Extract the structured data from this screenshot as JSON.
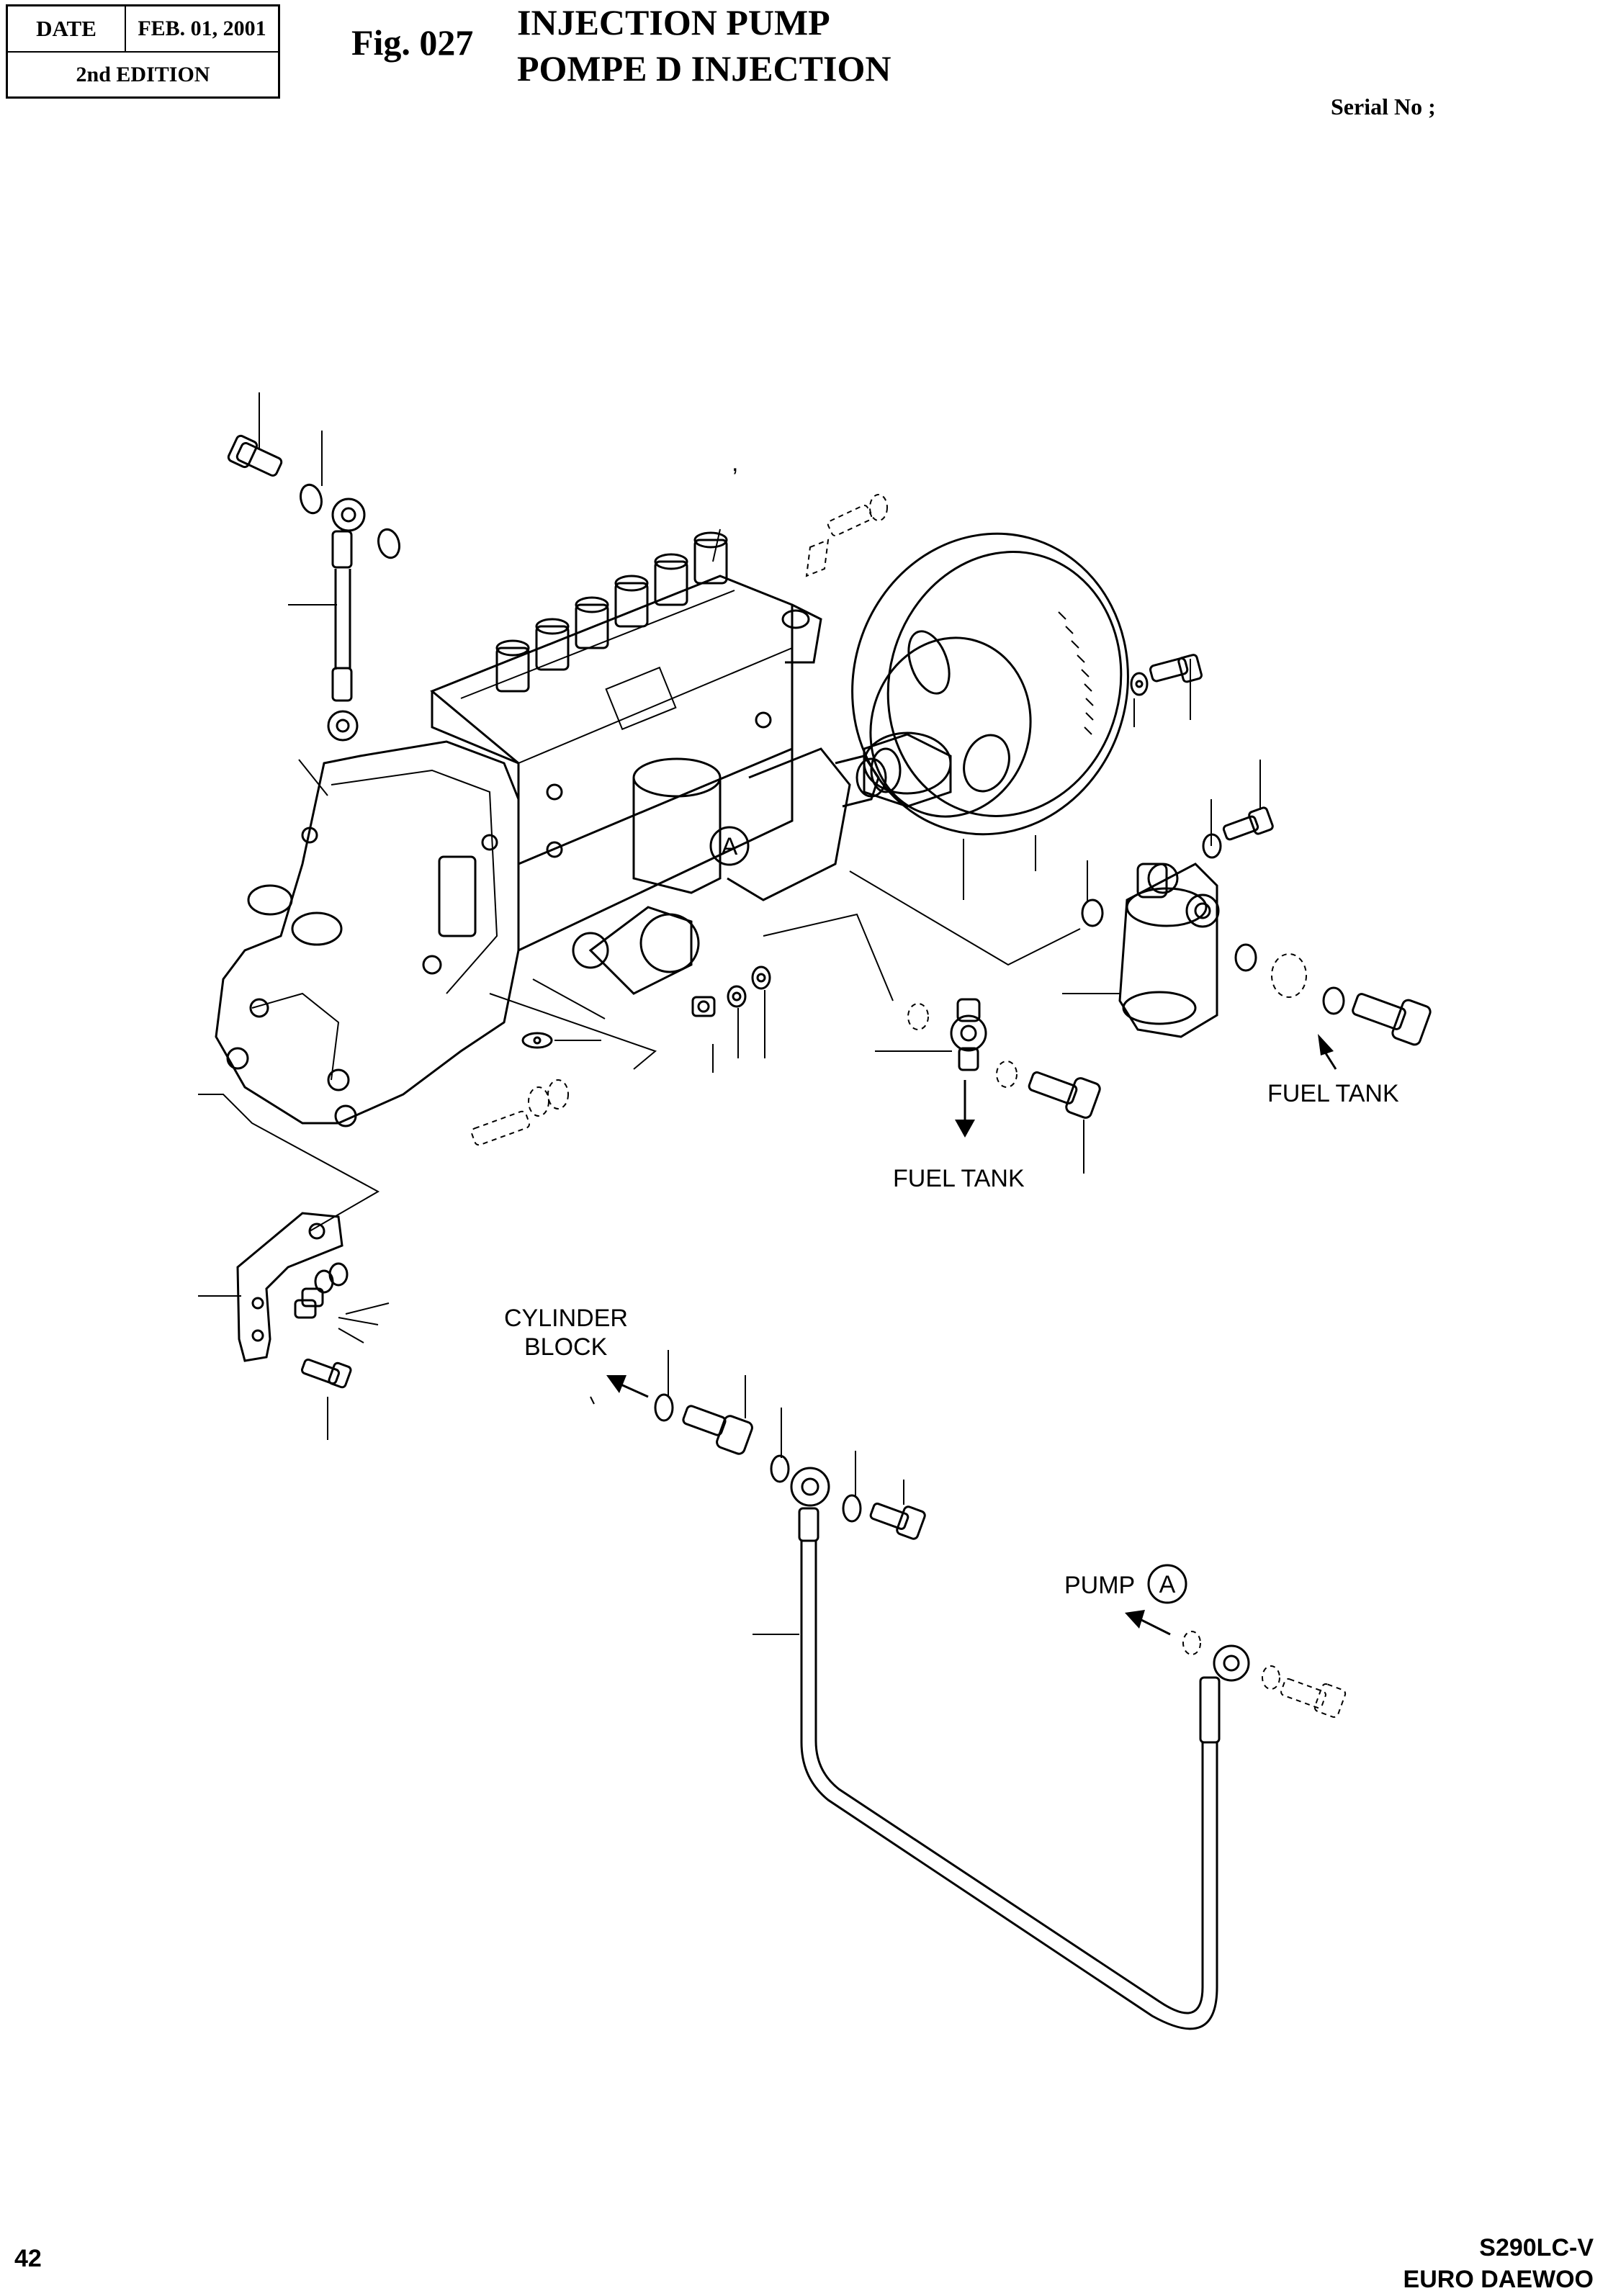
{
  "header": {
    "date_label": "DATE",
    "date_value": "FEB. 01, 2001",
    "edition": "2nd EDITION",
    "fig_label": "Fig. 027",
    "title_en": "INJECTION PUMP",
    "title_fr": "POMPE D INJECTION",
    "serial": "Serial No ;"
  },
  "diagram": {
    "callouts": {
      "fuel_tank_1": "FUEL TANK",
      "fuel_tank_2": "FUEL TANK",
      "cylinder_block_line1": "CYLINDER",
      "cylinder_block_line2": "BLOCK",
      "pump": "PUMP",
      "ref_a_pump_body": "A",
      "ref_a_pump_callout": "A",
      "tick_mark": ","
    }
  },
  "footer": {
    "page_number": "42",
    "model_line1": "S290LC-V",
    "model_line2": "EURO DAEWOO"
  }
}
